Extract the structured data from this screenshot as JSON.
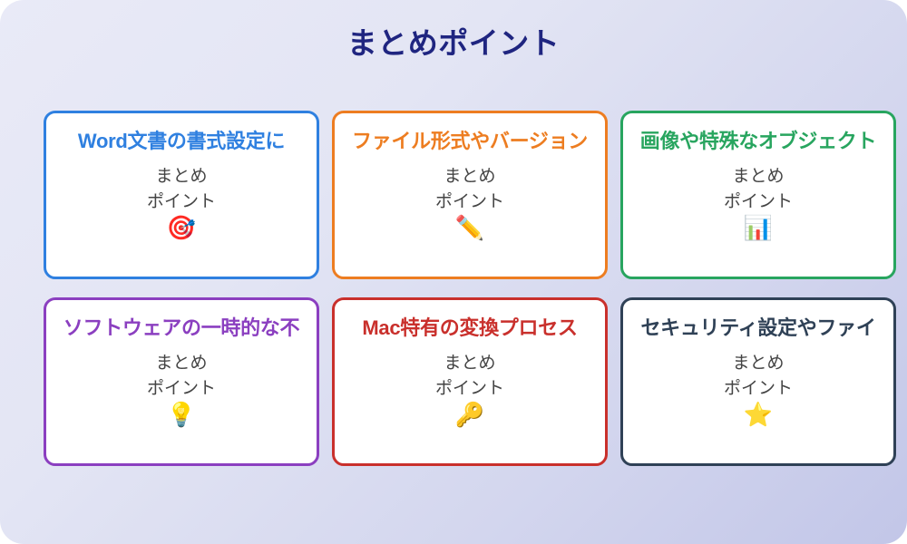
{
  "slide": {
    "title": "まとめポイント",
    "title_color": "#1f2580",
    "background_from": "#e9eaf7",
    "background_to": "#c2c6e8"
  },
  "cards": [
    {
      "title": "Word文書の書式設定に",
      "body_line1": "まとめ",
      "body_line2": "ポイント",
      "icon": "🎯",
      "icon_name": "target-dart-icon",
      "color": "#2f80e0"
    },
    {
      "title": "ファイル形式やバージョン",
      "body_line1": "まとめ",
      "body_line2": "ポイント",
      "icon": "✏️",
      "icon_name": "pencil-icon",
      "color": "#ed7d21"
    },
    {
      "title": "画像や特殊なオブジェクト",
      "body_line1": "まとめ",
      "body_line2": "ポイント",
      "icon": "📊",
      "icon_name": "bar-chart-icon",
      "color": "#28a55f"
    },
    {
      "title": "ソフトウェアの一時的な不",
      "body_line1": "まとめ",
      "body_line2": "ポイント",
      "icon": "💡",
      "icon_name": "lightbulb-icon",
      "color": "#8b3fc0"
    },
    {
      "title": "Mac特有の変換プロセス",
      "body_line1": "まとめ",
      "body_line2": "ポイント",
      "icon": "🔑",
      "icon_name": "key-icon",
      "color": "#c9302c"
    },
    {
      "title": "セキュリティ設定やファイ",
      "body_line1": "まとめ",
      "body_line2": "ポイント",
      "icon": "⭐",
      "icon_name": "star-icon",
      "color": "#2f4156"
    }
  ]
}
